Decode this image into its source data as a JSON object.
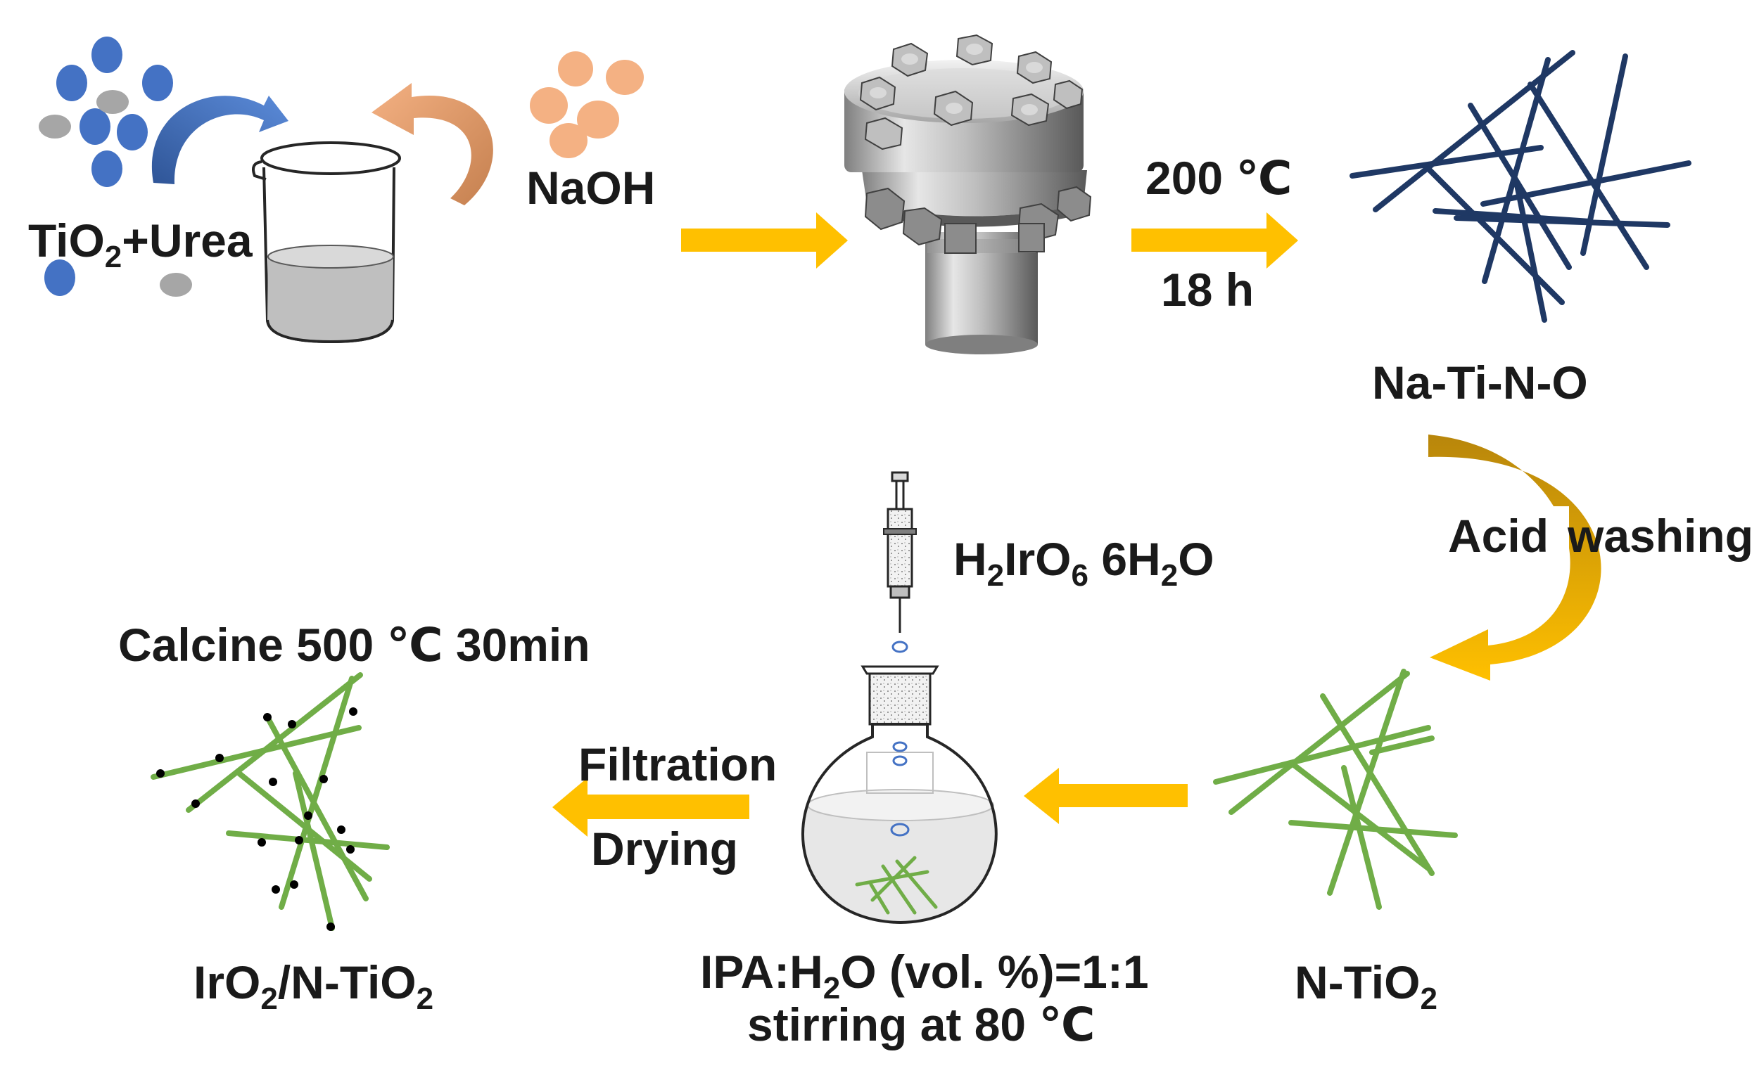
{
  "labels": {
    "reactant": {
      "base": "TiO",
      "sub": "2",
      "tail": "+Urea"
    },
    "naoh": "NaOH",
    "temp": "200 ℃",
    "time": "18 h",
    "na_ti_n_o": "Na-Ti-N-O",
    "acid": "Acid",
    "washing": "washing",
    "h2iro6": {
      "a": "H",
      "sa": "2",
      "b": "IrO",
      "sb": "6",
      "c": " 6H",
      "sc": "2",
      "d": "O"
    },
    "calcine": "Calcine 500 ℃ 30min",
    "filtration": "Filtration",
    "drying": "Drying",
    "ipa": {
      "a": "IPA:H",
      "sa": "2",
      "b": "O (vol. %)=1:1"
    },
    "stirring": "stirring at 80 ℃",
    "n_tio2": {
      "a": "N-TiO",
      "sa": "2"
    },
    "iro2_n_tio2": {
      "a": "IrO",
      "sa": "2",
      "b": "/N-TiO",
      "sb": "2"
    }
  },
  "colors": {
    "tio2_particle": "#4472c4",
    "urea_particle": "#a6a6a6",
    "naoh_particle": "#f4b183",
    "process_arrow": "#ffc000",
    "curve_arrow_acid": "#c9a227",
    "blue_arrow": "#4472c4",
    "orange_arrow": "#e9a87c",
    "na_ti_n_o_fibers": "#1f3864",
    "n_tio2_fibers": "#70ad47",
    "iro2_dots": "#000000"
  },
  "icons": [
    "beaker-icon",
    "autoclave-icon",
    "syringe-icon",
    "round-bottom-flask-icon"
  ]
}
